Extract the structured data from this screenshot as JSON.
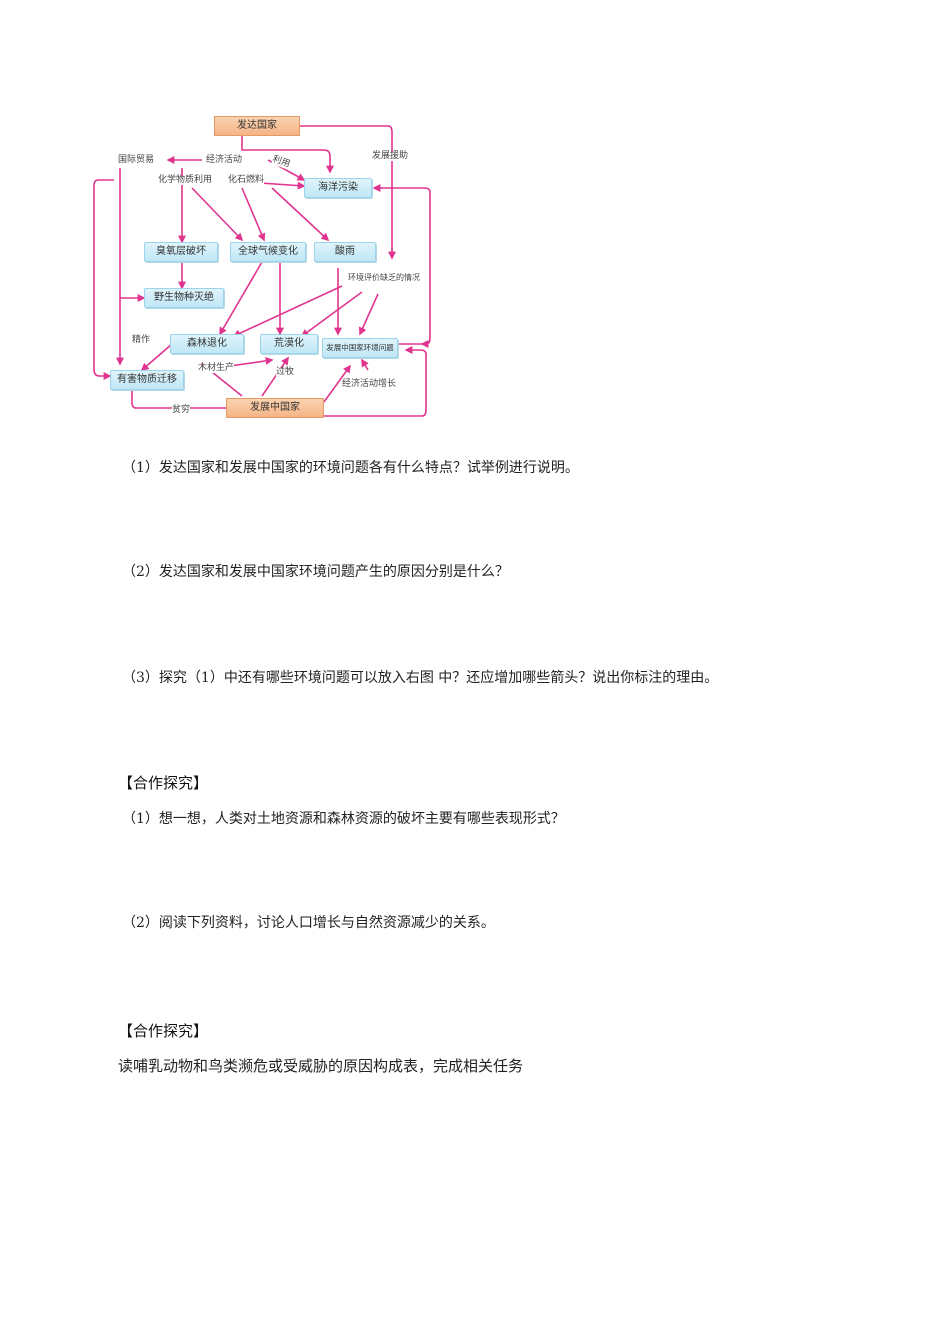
{
  "diagram": {
    "nodes": {
      "developed": "发达国家",
      "developing": "发展中国家",
      "ocean": "海洋污染",
      "ozone": "臭氧层破坏",
      "climate": "全球气候变化",
      "acid": "酸雨",
      "wildlife": "野生物种灭绝",
      "forest": "森林退化",
      "desert": "荒漠化",
      "dev_env": "发展中国家环境问题",
      "harmful": "有害物质迁移"
    },
    "labels": {
      "trade": "国际贸易",
      "econ": "经济活动",
      "use": "利用",
      "chem": "化学物质利用",
      "fossil": "化石燃料",
      "aid": "发展援助",
      "assess": "环境评价缺乏的情况",
      "fine": "精作",
      "timber": "木材生产",
      "graze": "过牧",
      "econ_growth": "经济活动增长",
      "poverty": "贫穷"
    },
    "arrow_color": "#e0358f"
  },
  "questions": {
    "q1": "（1）发达国家和发展中国家的环境问题各有什么特点？试举例进行说明。",
    "q2": "（2）发达国家和发展中国家环境问题产生的原因分别是什么？",
    "q3": "（3）探究（1）中还有哪些环境问题可以放入右图  中？还应增加哪些箭头？说出你标注的理由。"
  },
  "section1": {
    "title": "【合作探究】",
    "q1": "（1）想一想，人类对土地资源和森林资源的破坏主要有哪些表现形式？",
    "q2": "（2）阅读下列资料，讨论人口增长与自然资源减少的关系。"
  },
  "section2": {
    "title": "【合作探究】",
    "text": "读哺乳动物和鸟类濒危或受威胁的原因构成表，完成相关任务"
  }
}
